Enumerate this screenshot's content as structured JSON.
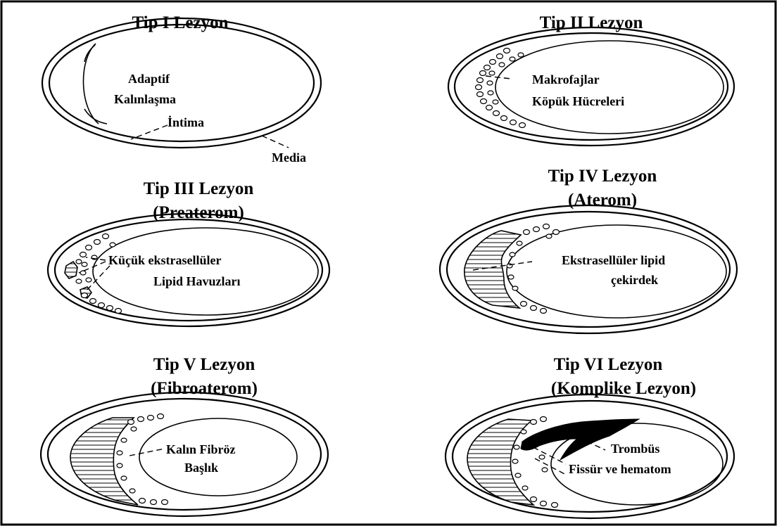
{
  "panels": [
    {
      "id": "tip1",
      "title_lines": [
        "Tip I Lezyon"
      ],
      "labels": [
        "Adaptif",
        "Kalınlaşma",
        "İntima",
        "Media"
      ]
    },
    {
      "id": "tip2",
      "title_lines": [
        "Tip II Lezyon"
      ],
      "labels": [
        "Makrofajlar",
        "Köpük Hücreleri"
      ]
    },
    {
      "id": "tip3",
      "title_lines": [
        "Tip III Lezyon",
        "(Preaterom)"
      ],
      "labels": [
        "Küçük ekstrasellüler",
        "Lipid Havuzları"
      ]
    },
    {
      "id": "tip4",
      "title_lines": [
        "Tip IV Lezyon",
        "(Aterom)"
      ],
      "labels": [
        "Ekstrasellüler lipid",
        "çekirdek"
      ]
    },
    {
      "id": "tip5",
      "title_lines": [
        "Tip V Lezyon",
        "(Fibroaterom)"
      ],
      "labels": [
        "Kalın Fibröz",
        "Başlık"
      ]
    },
    {
      "id": "tip6",
      "title_lines": [
        "Tip VI Lezyon",
        "(Komplike Lezyon)"
      ],
      "labels": [
        "Trombüs",
        "Fissür ve hematom"
      ]
    }
  ]
}
